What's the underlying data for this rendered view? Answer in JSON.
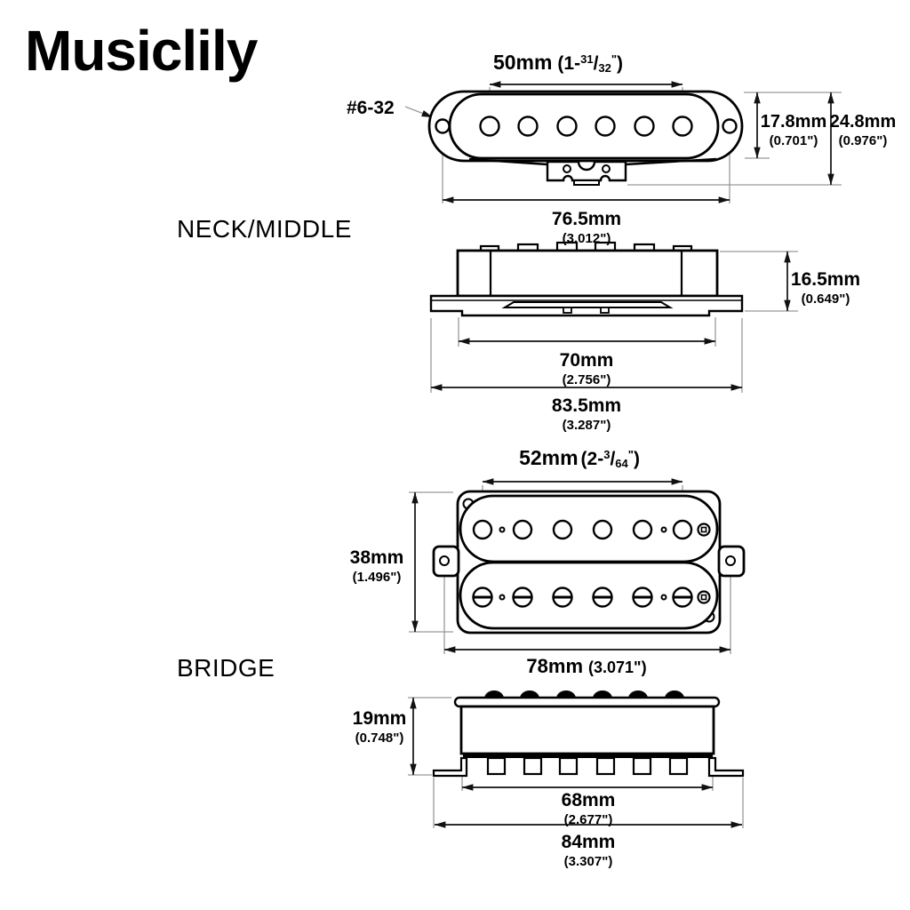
{
  "brand": "Musiclily",
  "labels": {
    "neck": "NECK/MIDDLE",
    "bridge": "BRIDGE"
  },
  "neck_top": {
    "screw": "#6-32",
    "spacing": {
      "mm": "50mm",
      "open": "(1-",
      "num": "31",
      "slash": "/",
      "den": "32",
      "prime": "\"",
      "close": ")"
    },
    "cover_h": {
      "mm": "17.8mm",
      "inch": "(0.701\")"
    },
    "total_h": {
      "mm": "24.8mm",
      "inch": "(0.976\")"
    },
    "mount": {
      "mm": "76.5mm",
      "inch": "(3.012\")"
    }
  },
  "neck_side": {
    "height": {
      "mm": "16.5mm",
      "inch": "(0.649\")"
    },
    "body_w": {
      "mm": "70mm",
      "inch": "(2.756\")"
    },
    "flange_w": {
      "mm": "83.5mm",
      "inch": "(3.287\")"
    }
  },
  "bridge_top": {
    "spacing": {
      "mm": "52mm",
      "open": "(2-",
      "num": "3",
      "slash": "/",
      "den": "64",
      "prime": "\"",
      "close": ")"
    },
    "height": {
      "mm": "38mm",
      "inch": "(1.496\")"
    },
    "mount": {
      "mm": "78mm",
      "inch": "(3.071\")"
    }
  },
  "bridge_side": {
    "height": {
      "mm": "19mm",
      "inch": "(0.748\")"
    },
    "body_w": {
      "mm": "68mm",
      "inch": "(2.677\")"
    },
    "total_w": {
      "mm": "84mm",
      "inch": "(3.307\")"
    }
  },
  "colors": {
    "outline": "#000000",
    "dimension": "#111111",
    "extension": "#999999",
    "background": "#ffffff"
  }
}
